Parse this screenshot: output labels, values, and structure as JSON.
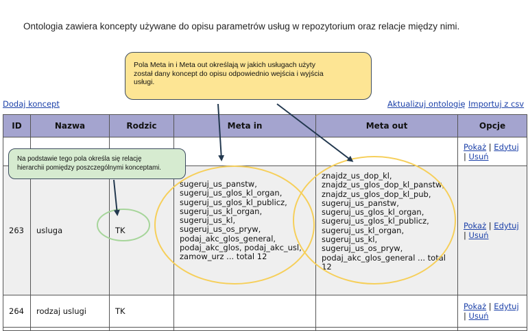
{
  "intro": "Ontologia zawiera koncepty używane do opisu parametrów usług w repozytorium oraz relacje między nimi.",
  "links": {
    "add": "Dodaj koncept",
    "update": "Aktualizuj ontologię",
    "import": "Importuj z csv"
  },
  "table": {
    "headers": [
      "ID",
      "Nazwa",
      "Rodzic",
      "Meta in",
      "Meta out",
      "Opcje"
    ],
    "rows": [
      {
        "id": "",
        "name": "",
        "parent": "",
        "meta_in": [],
        "meta_out": [],
        "opts": {
          "show": "Pokaż",
          "sep1": "|",
          "edit": "Edytuj",
          "sep2": "|",
          "delete": "Usuń"
        }
      },
      {
        "id": "263",
        "name": "usluga",
        "parent": "TK",
        "meta_in": [
          "sugeruj_us_panstw,",
          "sugeruj_us_glos_kl_organ,",
          "sugeruj_us_glos_kl_publicz,",
          "sugeruj_us_kl_organ,",
          "sugeruj_us_kl,",
          "sugeruj_us_os_pryw,",
          "podaj_akc_glos_general,",
          "podaj_akc_glos, podaj_akc_usl,",
          "zamow_urz ... total 12"
        ],
        "meta_out": [
          "znajdz_us_dop_kl,",
          "znajdz_us_glos_dop_kl_panstw,",
          "znajdz_us_glos_dop_kl_pub,",
          "sugeruj_us_panstw,",
          "sugeruj_us_glos_kl_organ,",
          "sugeruj_us_glos_kl_publicz,",
          "sugeruj_us_kl_organ,",
          "sugeruj_us_kl,",
          "sugeruj_us_os_pryw,",
          "podaj_akc_glos_general ... total",
          "12"
        ],
        "opts": {
          "show": "Pokaż",
          "sep1": "|",
          "edit": "Edytuj",
          "sep2": "|",
          "delete": "Usuń"
        }
      },
      {
        "id": "264",
        "name": "rodzaj uslugi",
        "parent": "TK",
        "meta_in": [],
        "meta_out": [],
        "opts": {
          "show": "Pokaż",
          "sep1": "|",
          "edit": "Edytuj",
          "sep2": "|",
          "delete": "Usuń"
        }
      }
    ]
  },
  "callouts": {
    "meta": [
      "Pola Meta in i Meta out określają w jakich usługach użyty",
      "został dany koncept do opisu odpowiednio wejścia i wyjścia",
      "usługi."
    ],
    "parent": [
      "Na podstawie tego pola określa się relację",
      "hierarchii pomiędzy poszczególnymi konceptami."
    ]
  },
  "colors": {
    "header_bg": "#a4a4cf",
    "link": "#1a3fa8",
    "callout_meta_bg": "#fde594",
    "callout_parent_bg": "#d6ebd0",
    "ellipse_yellow": "#f6cf5a",
    "ellipse_green": "#a6d59a",
    "arrow": "#22384f"
  }
}
